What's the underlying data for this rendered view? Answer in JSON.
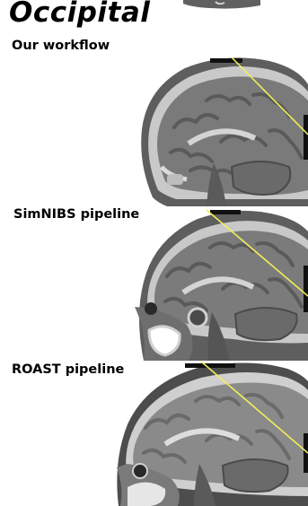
{
  "figure": {
    "title": "Occipital",
    "panels": [
      {
        "label": "Our workflow"
      },
      {
        "label": "SimNIBS pipeline"
      },
      {
        "label": "ROAST pipeline"
      }
    ]
  }
}
